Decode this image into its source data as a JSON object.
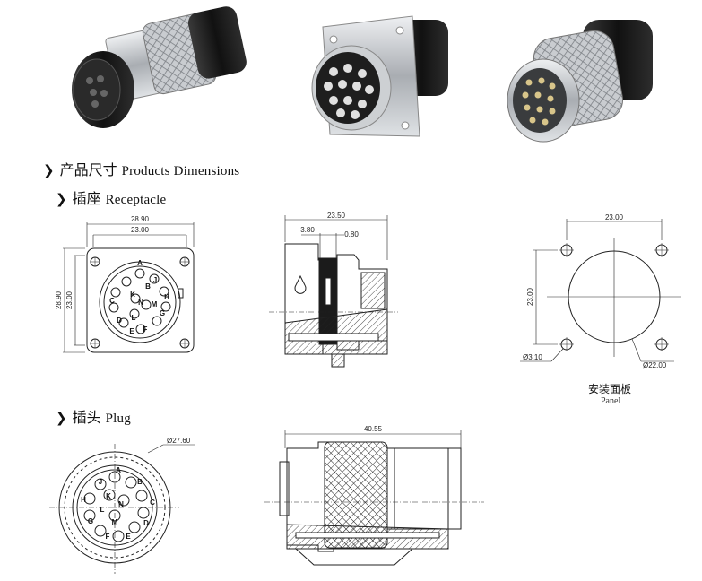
{
  "sections": {
    "main": {
      "zh": "产品尺寸",
      "en": "Products Dimensions"
    },
    "receptacle": {
      "zh": "插座",
      "en": "Receptacle"
    },
    "plug": {
      "zh": "插头",
      "en": "Plug"
    }
  },
  "receptacle_front": {
    "outer_width": "28.90",
    "inner_width": "23.00",
    "outer_height": "28.90",
    "inner_height": "23.00"
  },
  "receptacle_side": {
    "total": "23.50",
    "a": "3.80",
    "b": "0.80"
  },
  "panel": {
    "width": "23.00",
    "height": "23.00",
    "hole": "Ø3.10",
    "cutout": "Ø22.00",
    "label_zh": "安装面板",
    "label_en": "Panel"
  },
  "plug_front": {
    "diameter": "Ø27.60"
  },
  "plug_side": {
    "length": "40.55"
  },
  "pins": {
    "receptacle": [
      "A",
      "B",
      "C",
      "D",
      "E",
      "F",
      "G",
      "H",
      "J",
      "K",
      "L",
      "M",
      "N"
    ],
    "plug": [
      "A",
      "B",
      "C",
      "D",
      "E",
      "F",
      "G",
      "H",
      "J",
      "K",
      "L",
      "M",
      "N"
    ]
  },
  "colors": {
    "body_black": "#1c1c1c",
    "metal": "#b9bcc0"
  }
}
